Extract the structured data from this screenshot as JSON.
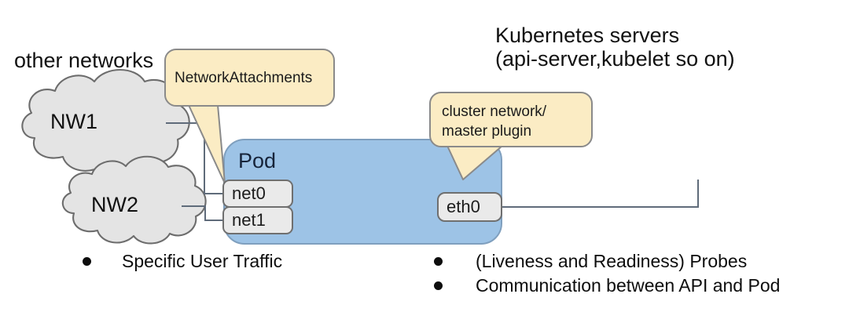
{
  "diagram": {
    "title_lines": [
      "Kubernetes servers",
      "(api-server,kubelet so on)"
    ],
    "other_networks_label": "other networks",
    "clouds": [
      {
        "label": "NW1"
      },
      {
        "label": "NW2"
      }
    ],
    "callouts": [
      {
        "name": "network-attachments",
        "text": "NetworkAttachments",
        "fill": "#fbecc4",
        "stroke": "#8a8a8a"
      },
      {
        "name": "cluster-network",
        "line1": "cluster network/",
        "line2": "master plugin",
        "fill": "#fbecc4",
        "stroke": "#8a8a8a"
      }
    ],
    "pod": {
      "label": "Pod",
      "fill": "#9dc3e6",
      "stroke": "#7f9fbe",
      "interfaces": [
        {
          "label": "net0"
        },
        {
          "label": "net1"
        },
        {
          "label": "eth0"
        }
      ]
    },
    "bullets_left": [
      "Specific User Traffic"
    ],
    "bullets_right": [
      "(Liveness and Readiness) Probes",
      "Communication between API and Pod"
    ],
    "colors": {
      "cloud_fill": "#e4e4e4",
      "cloud_stroke": "#6d6d6d",
      "iface_fill": "#eaeaea",
      "iface_stroke": "#6f6f6f",
      "connector": "#5f6b7a",
      "text": "#111111"
    }
  }
}
